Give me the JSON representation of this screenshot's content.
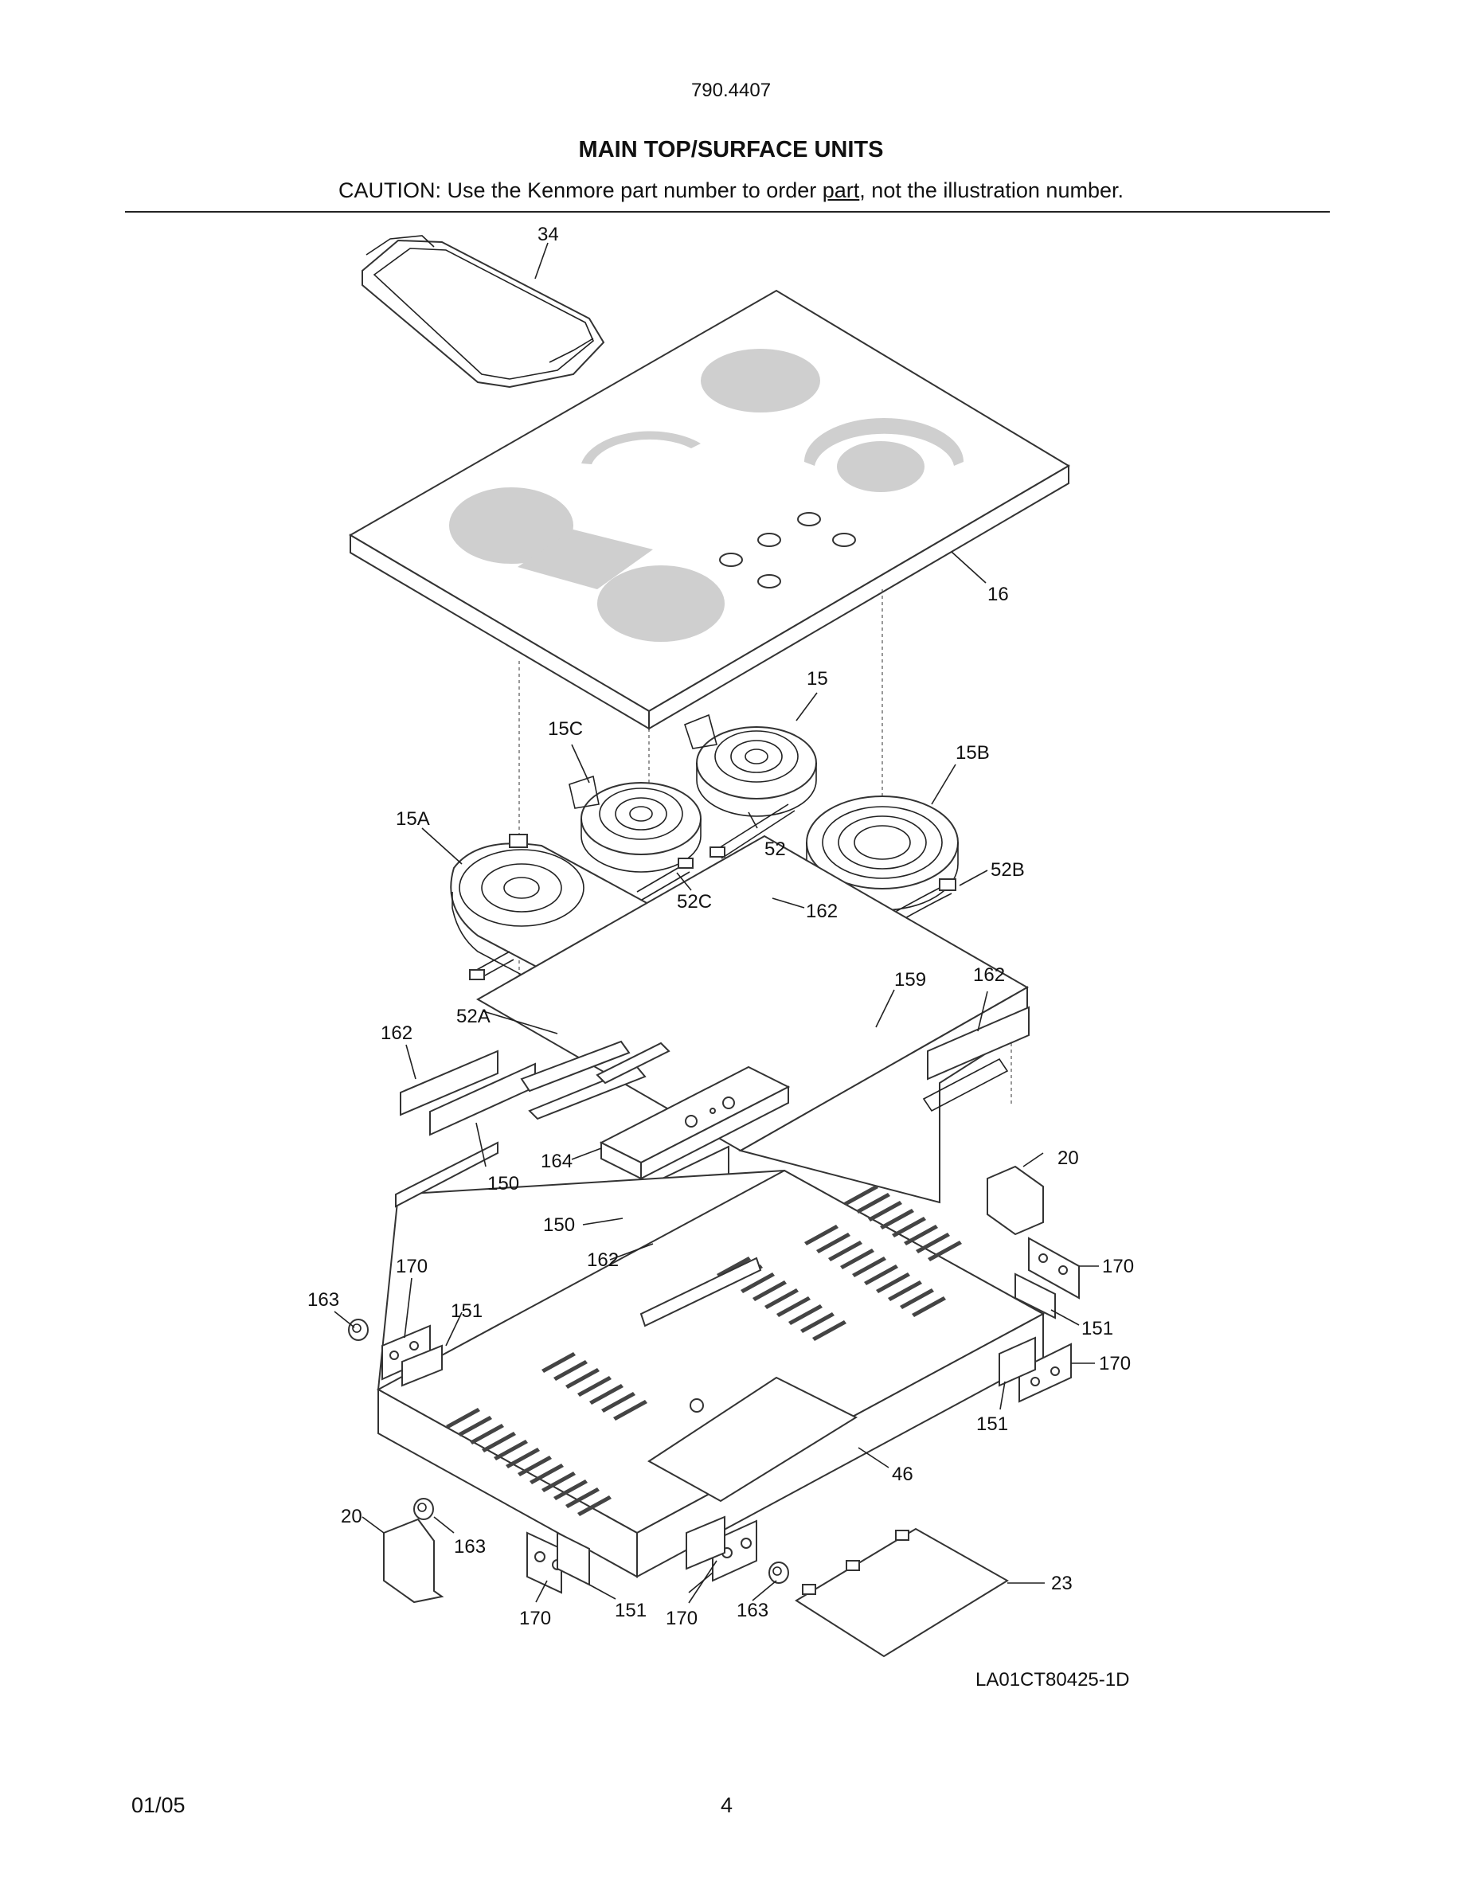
{
  "header": {
    "model": "790.4407",
    "title": "MAIN TOP/SURFACE UNITS",
    "caution_before": "CAUTION: Use the Kenmore part number to order ",
    "caution_underlined": "part",
    "caution_after": ", not the illustration number."
  },
  "callouts": {
    "griddle": "34",
    "glass_top": "16",
    "element_right_rear": "15",
    "element_left_rear": "15C",
    "element_right_front": "15B",
    "element_bridge": "15A",
    "bracket_52": "52",
    "bracket_52b": "52B",
    "bracket_52c": "52C",
    "bracket_52a": "52A",
    "insul_162_a": "162",
    "insul_162_b": "162",
    "insul_162_c": "162",
    "insul_162_d": "162",
    "shield_159": "159",
    "insul_150_a": "150",
    "insul_150_b": "150",
    "box_164": "164",
    "bracket_20_a": "20",
    "bracket_20_b": "20",
    "bracket_170_a": "170",
    "bracket_170_b": "170",
    "bracket_170_c": "170",
    "bracket_170_d": "170",
    "bracket_170_e": "170",
    "spacer_151_a": "151",
    "spacer_151_b": "151",
    "spacer_151_c": "151",
    "spacer_151_d": "151",
    "plug_163_a": "163",
    "plug_163_b": "163",
    "plug_163_c": "163",
    "burner_box_46": "46",
    "cover_23": "23"
  },
  "drawing_id": "LA01CT80425-1D",
  "footer": {
    "date": "01/05",
    "page": "4"
  }
}
